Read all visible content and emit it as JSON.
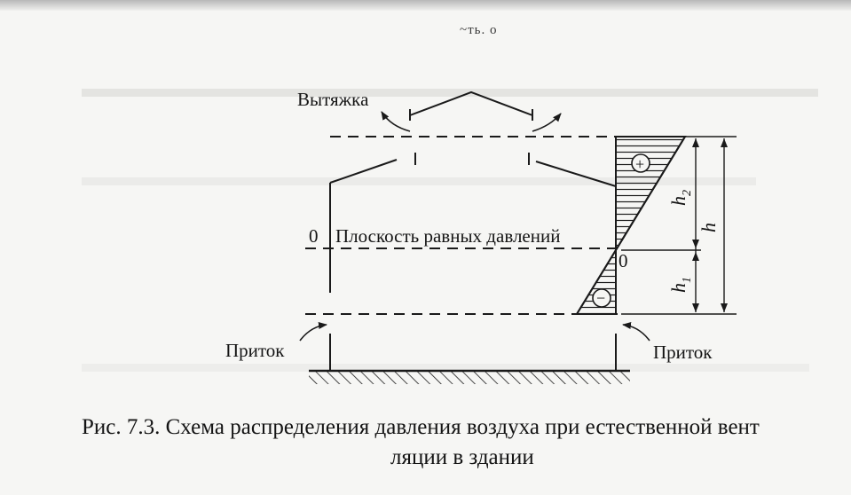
{
  "scan_mark": "~ть. о",
  "labels": {
    "exhaust": "Вытяжка",
    "plane_zero": "0",
    "plane": "Плоскость равных давлений",
    "zero_right": "0",
    "inflow_left": "Приток",
    "inflow_right": "Приток",
    "plus_sign": "+",
    "minus_sign": "−",
    "h": "h",
    "h1": "h",
    "h1_sub": "1",
    "h2": "h",
    "h2_sub": "2"
  },
  "caption": {
    "line1": "Рис. 7.3. Схема распределения давления воздуха при естественной вент",
    "line2": "ляции в здании"
  }
}
